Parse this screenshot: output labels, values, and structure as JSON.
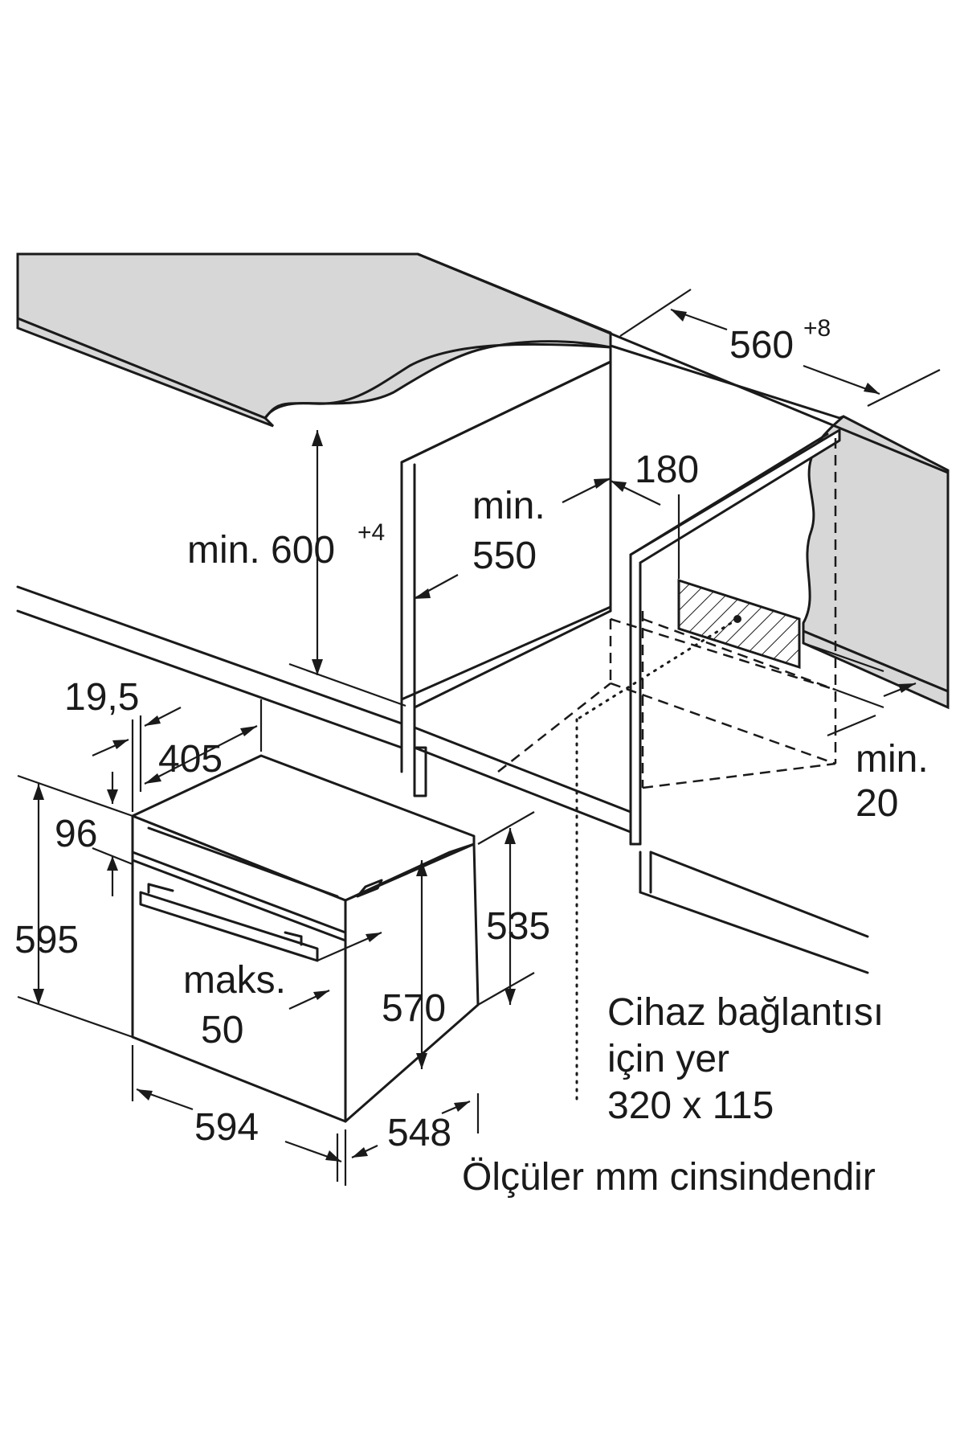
{
  "labels": {
    "width_560": "560",
    "width_560_tol": "+8",
    "height_min600_prefix": "min. 600",
    "height_min600_tol": "+4",
    "depth_min550_l1": "min.",
    "depth_min550_l2": "550",
    "d180": "180",
    "d19_5": "19,5",
    "d405": "405",
    "d96": "96",
    "d595": "595",
    "d535": "535",
    "d570": "570",
    "maks_l1": "maks.",
    "maks_l2": "50",
    "d594": "594",
    "d548": "548",
    "min20_l1": "min.",
    "min20_l2": "20",
    "connection_l1": "Cihaz bağlantısı",
    "connection_l2": "için yer",
    "connection_l3": "320 x 115",
    "units_note": "Ölçüler mm cinsindendir"
  },
  "colors": {
    "line": "#1a1a1a",
    "surface_grey": "#d7d7d7",
    "background": "#ffffff"
  }
}
